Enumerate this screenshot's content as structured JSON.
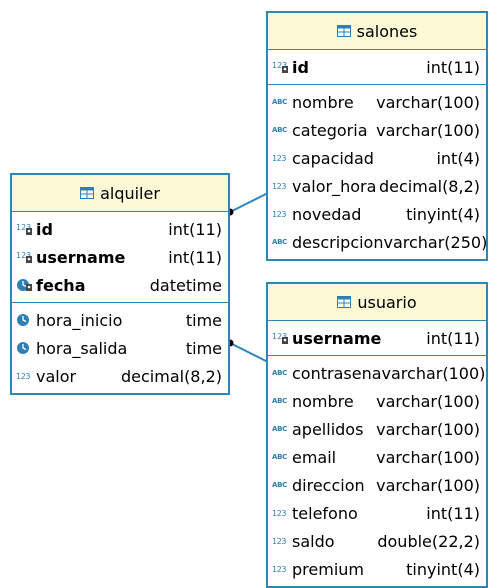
{
  "colors": {
    "border": "#2e86b8",
    "header_bg": "#fbf9d6",
    "icon": "#2e7fb5"
  },
  "entities": {
    "salones": {
      "name": "salones",
      "pk": [
        {
          "name": "id",
          "type": "int(11)",
          "icon": "numeric-key-icon"
        }
      ],
      "columns": [
        {
          "name": "nombre",
          "type": "varchar(100)",
          "icon": "text-type-icon"
        },
        {
          "name": "categoria",
          "type": "varchar(100)",
          "icon": "text-type-icon"
        },
        {
          "name": "capacidad",
          "type": "int(4)",
          "icon": "numeric-type-icon"
        },
        {
          "name": "valor_hora",
          "type": "decimal(8,2)",
          "icon": "numeric-type-icon"
        },
        {
          "name": "novedad",
          "type": "tinyint(4)",
          "icon": "numeric-type-icon"
        },
        {
          "name": "descripcion",
          "type": "varchar(250)",
          "icon": "text-type-icon"
        }
      ]
    },
    "alquiler": {
      "name": "alquiler",
      "pk": [
        {
          "name": "id",
          "type": "int(11)",
          "icon": "numeric-key-icon"
        },
        {
          "name": "username",
          "type": "int(11)",
          "icon": "numeric-key-icon"
        },
        {
          "name": "fecha",
          "type": "datetime",
          "icon": "clock-key-icon"
        }
      ],
      "columns": [
        {
          "name": "hora_inicio",
          "type": "time",
          "icon": "clock-icon"
        },
        {
          "name": "hora_salida",
          "type": "time",
          "icon": "clock-icon"
        },
        {
          "name": "valor",
          "type": "decimal(8,2)",
          "icon": "numeric-type-icon"
        }
      ]
    },
    "usuario": {
      "name": "usuario",
      "pk": [
        {
          "name": "username",
          "type": "int(11)",
          "icon": "numeric-key-icon"
        }
      ],
      "columns": [
        {
          "name": "contrasena",
          "type": "varchar(100)",
          "icon": "text-type-icon"
        },
        {
          "name": "nombre",
          "type": "varchar(100)",
          "icon": "text-type-icon"
        },
        {
          "name": "apellidos",
          "type": "varchar(100)",
          "icon": "text-type-icon"
        },
        {
          "name": "email",
          "type": "varchar(100)",
          "icon": "text-type-icon"
        },
        {
          "name": "direccion",
          "type": "varchar(100)",
          "icon": "text-type-icon"
        },
        {
          "name": "telefono",
          "type": "int(11)",
          "icon": "numeric-type-icon"
        },
        {
          "name": "saldo",
          "type": "double(22,2)",
          "icon": "numeric-type-icon"
        },
        {
          "name": "premium",
          "type": "tinyint(4)",
          "icon": "numeric-type-icon"
        }
      ]
    }
  },
  "relationships": [
    {
      "from": "alquiler",
      "to": "salones"
    },
    {
      "from": "alquiler",
      "to": "usuario"
    }
  ]
}
